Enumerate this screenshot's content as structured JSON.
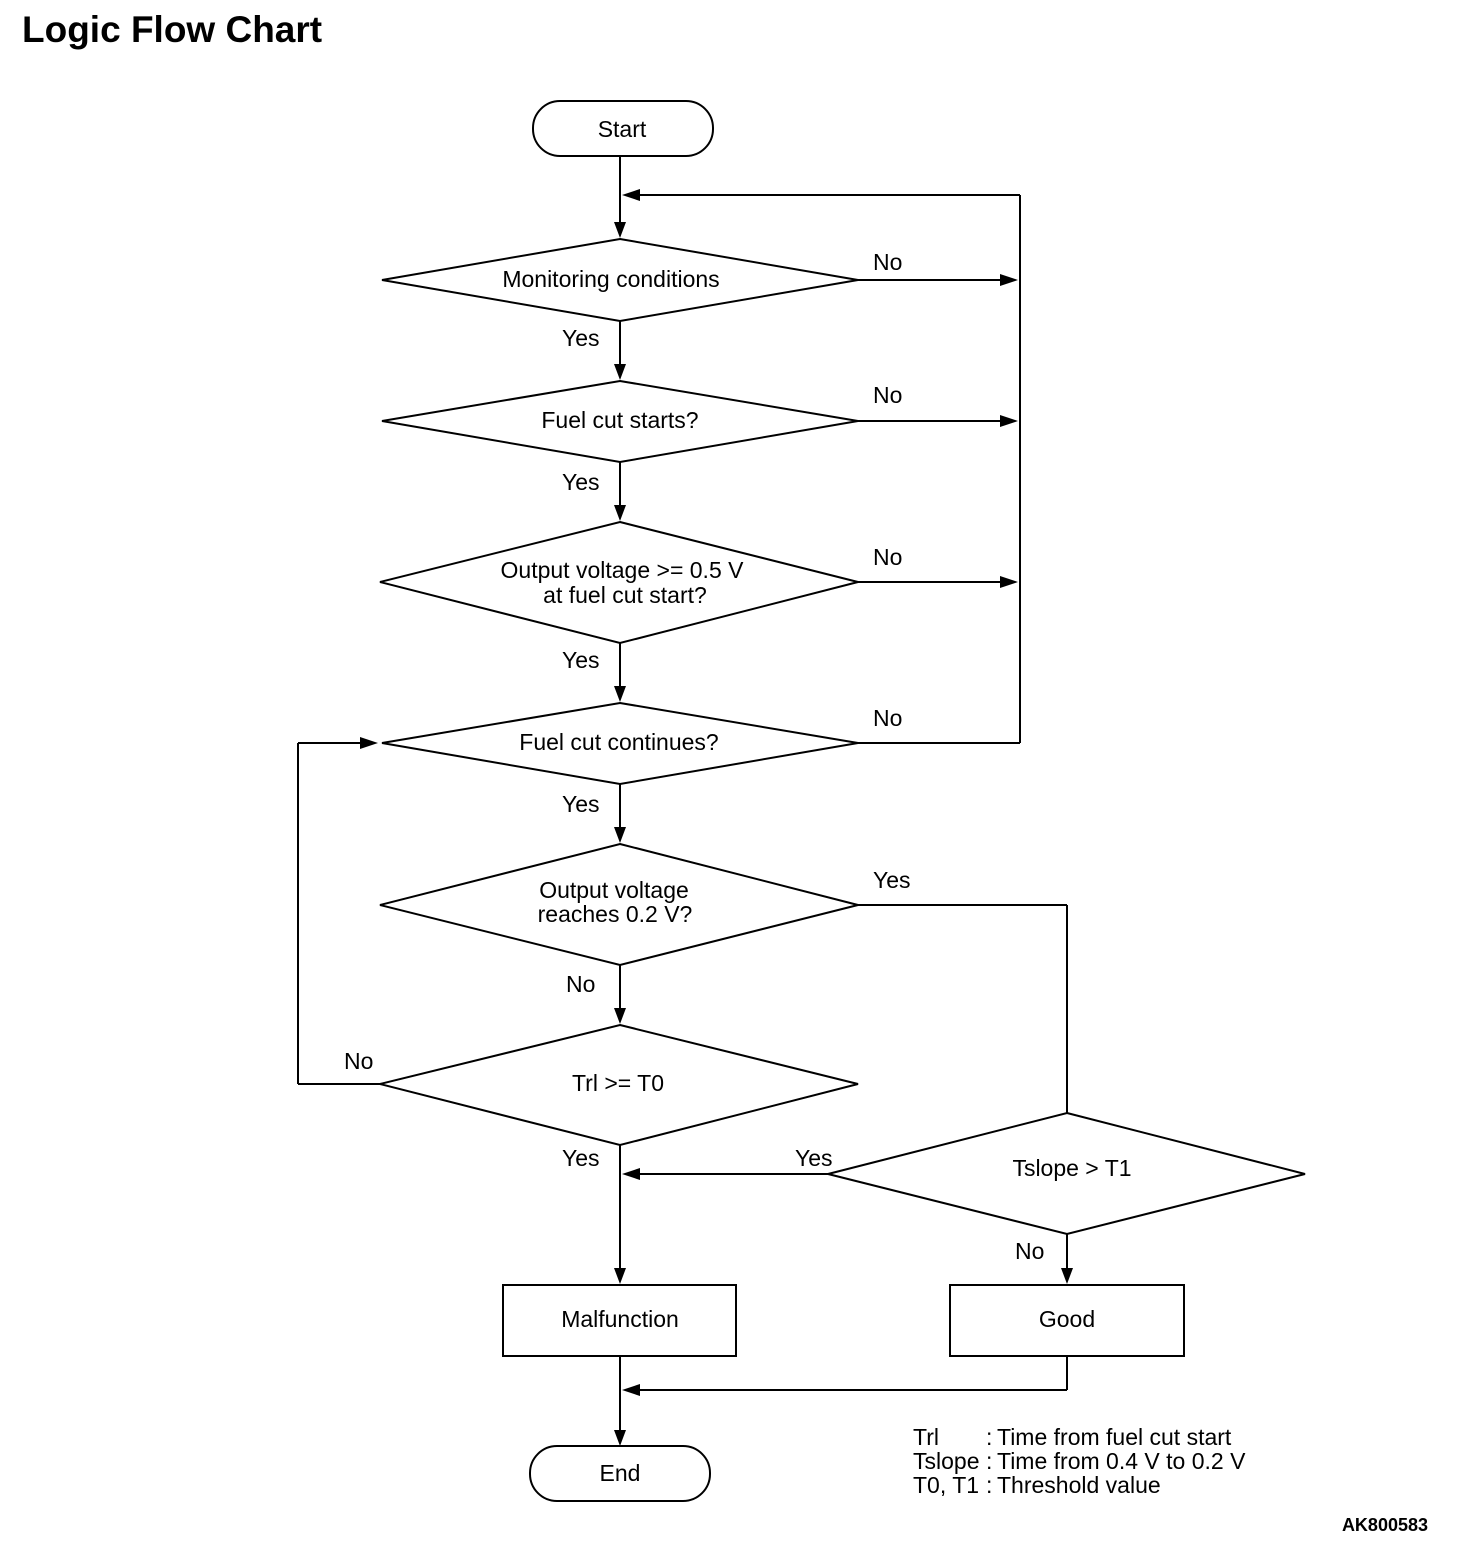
{
  "title": "Logic Flow Chart",
  "nodes": {
    "start": "Start",
    "monitoring": "Monitoring conditions",
    "fuel_cut_starts": "Fuel cut starts?",
    "output_voltage_05": [
      "Output voltage >= 0.5 V",
      "at fuel cut start?"
    ],
    "fuel_cut_continues": "Fuel cut continues?",
    "output_voltage_02": [
      "Output voltage",
      "reaches 0.2 V?"
    ],
    "trl_t0": "Trl >= T0",
    "tslope_t1": "Tslope > T1",
    "malfunction": "Malfunction",
    "good": "Good",
    "end": "End"
  },
  "edge_labels": {
    "monitoring_no": "No",
    "monitoring_yes": "Yes",
    "fuel_cut_starts_no": "No",
    "fuel_cut_starts_yes": "Yes",
    "output_voltage_05_no": "No",
    "output_voltage_05_yes": "Yes",
    "fuel_cut_continues_no": "No",
    "fuel_cut_continues_yes": "Yes",
    "output_voltage_02_yes": "Yes",
    "output_voltage_02_no": "No",
    "trl_t0_no": "No",
    "trl_t0_yes": "Yes",
    "tslope_t1_yes": "Yes",
    "tslope_t1_no": "No"
  },
  "legend": [
    {
      "term": "Trl",
      "sep": ":",
      "desc": "Time from fuel cut start"
    },
    {
      "term": "Tslope",
      "sep": ":",
      "desc": "Time from 0.4 V to 0.2 V"
    },
    {
      "term": "T0, T1",
      "sep": ":",
      "desc": "Threshold value"
    }
  ],
  "figure_code": "AK800583"
}
